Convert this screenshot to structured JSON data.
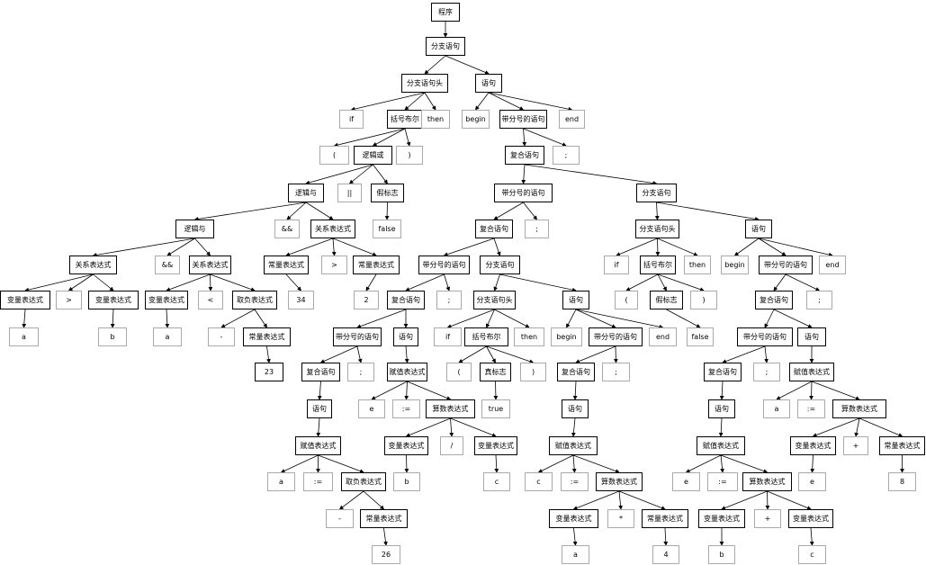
{
  "tree": [
    {
      "id": "n0",
      "label": "程序",
      "parent": null,
      "terminal": false
    },
    {
      "id": "n1",
      "label": "分支语句",
      "parent": "n0",
      "terminal": false
    },
    {
      "id": "n2",
      "label": "分支语句头",
      "parent": "n1",
      "terminal": false
    },
    {
      "id": "n3",
      "label": "语句",
      "parent": "n1",
      "terminal": false
    },
    {
      "id": "n4",
      "label": "if",
      "parent": "n2",
      "terminal": true
    },
    {
      "id": "n5",
      "label": "括号布尔",
      "parent": "n2",
      "terminal": false
    },
    {
      "id": "n6",
      "label": "then",
      "parent": "n2",
      "terminal": true
    },
    {
      "id": "n7",
      "label": "begin",
      "parent": "n3",
      "terminal": true
    },
    {
      "id": "n8",
      "label": "带分号的语句",
      "parent": "n3",
      "terminal": false
    },
    {
      "id": "n9",
      "label": "end",
      "parent": "n3",
      "terminal": true
    },
    {
      "id": "n10",
      "label": "(",
      "parent": "n5",
      "terminal": true
    },
    {
      "id": "n11",
      "label": "逻辑或",
      "parent": "n5",
      "terminal": false
    },
    {
      "id": "n12",
      "label": ")",
      "parent": "n5",
      "terminal": true
    },
    {
      "id": "n13",
      "label": "复合语句",
      "parent": "n8",
      "terminal": false
    },
    {
      "id": "n14",
      "label": ";",
      "parent": "n8",
      "terminal": true
    },
    {
      "id": "n15",
      "label": "逻辑与",
      "parent": "n11",
      "terminal": false
    },
    {
      "id": "n16",
      "label": "||",
      "parent": "n11",
      "terminal": true
    },
    {
      "id": "n17",
      "label": "假标志",
      "parent": "n11",
      "terminal": false
    },
    {
      "id": "n18",
      "label": "带分号的语句",
      "parent": "n13",
      "terminal": false
    },
    {
      "id": "n19",
      "label": "分支语句",
      "parent": "n13",
      "terminal": false
    },
    {
      "id": "n20",
      "label": "逻辑与",
      "parent": "n15",
      "terminal": false
    },
    {
      "id": "n21",
      "label": "&&",
      "parent": "n15",
      "terminal": true
    },
    {
      "id": "n22",
      "label": "关系表达式",
      "parent": "n15",
      "terminal": false
    },
    {
      "id": "n23",
      "label": "false",
      "parent": "n17",
      "terminal": true
    },
    {
      "id": "n24",
      "label": "复合语句",
      "parent": "n18",
      "terminal": false
    },
    {
      "id": "n25",
      "label": ";",
      "parent": "n18",
      "terminal": true
    },
    {
      "id": "n26",
      "label": "分支语句头",
      "parent": "n19",
      "terminal": false
    },
    {
      "id": "n27",
      "label": "语句",
      "parent": "n19",
      "terminal": false
    },
    {
      "id": "n28",
      "label": "关系表达式",
      "parent": "n20",
      "terminal": false
    },
    {
      "id": "n29",
      "label": "&&",
      "parent": "n20",
      "terminal": true
    },
    {
      "id": "n30",
      "label": "关系表达式",
      "parent": "n20",
      "terminal": false
    },
    {
      "id": "n31",
      "label": "常量表达式",
      "parent": "n22",
      "terminal": false
    },
    {
      "id": "n32",
      "label": ">",
      "parent": "n22",
      "terminal": true
    },
    {
      "id": "n33",
      "label": "常量表达式",
      "parent": "n22",
      "terminal": false
    },
    {
      "id": "n34",
      "label": "带分号的语句",
      "parent": "n24",
      "terminal": false
    },
    {
      "id": "n35",
      "label": "分支语句",
      "parent": "n24",
      "terminal": false
    },
    {
      "id": "n36",
      "label": "if",
      "parent": "n26",
      "terminal": true
    },
    {
      "id": "n37",
      "label": "括号布尔",
      "parent": "n26",
      "terminal": false
    },
    {
      "id": "n38",
      "label": "then",
      "parent": "n26",
      "terminal": true
    },
    {
      "id": "n39",
      "label": "begin",
      "parent": "n27",
      "terminal": true
    },
    {
      "id": "n40",
      "label": "带分号的语句",
      "parent": "n27",
      "terminal": false
    },
    {
      "id": "n41",
      "label": "end",
      "parent": "n27",
      "terminal": true
    },
    {
      "id": "n42",
      "label": "变量表达式",
      "parent": "n28",
      "terminal": false
    },
    {
      "id": "n43",
      "label": ">",
      "parent": "n28",
      "terminal": true
    },
    {
      "id": "n44",
      "label": "变量表达式",
      "parent": "n28",
      "terminal": false
    },
    {
      "id": "n45",
      "label": "变量表达式",
      "parent": "n30",
      "terminal": false
    },
    {
      "id": "n46",
      "label": "<",
      "parent": "n30",
      "terminal": true
    },
    {
      "id": "n47",
      "label": "取负表达式",
      "parent": "n30",
      "terminal": false
    },
    {
      "id": "n48",
      "label": "34",
      "parent": "n31",
      "terminal": true
    },
    {
      "id": "n49",
      "label": "2",
      "parent": "n33",
      "terminal": true
    },
    {
      "id": "n50",
      "label": "复合语句",
      "parent": "n34",
      "terminal": false
    },
    {
      "id": "n51",
      "label": ";",
      "parent": "n34",
      "terminal": true
    },
    {
      "id": "n52",
      "label": "分支语句头",
      "parent": "n35",
      "terminal": false
    },
    {
      "id": "n53",
      "label": "语句",
      "parent": "n35",
      "terminal": false
    },
    {
      "id": "n54",
      "label": "(",
      "parent": "n37",
      "terminal": true
    },
    {
      "id": "n55",
      "label": "假标志",
      "parent": "n37",
      "terminal": false
    },
    {
      "id": "n56",
      "label": ")",
      "parent": "n37",
      "terminal": true
    },
    {
      "id": "n57",
      "label": "复合语句",
      "parent": "n40",
      "terminal": false
    },
    {
      "id": "n58",
      "label": ";",
      "parent": "n40",
      "terminal": true
    },
    {
      "id": "n59",
      "label": "a",
      "parent": "n42",
      "terminal": true
    },
    {
      "id": "n60",
      "label": "b",
      "parent": "n44",
      "terminal": true
    },
    {
      "id": "n61",
      "label": "a",
      "parent": "n45",
      "terminal": true
    },
    {
      "id": "n62",
      "label": "-",
      "parent": "n47",
      "terminal": true
    },
    {
      "id": "n63",
      "label": "常量表达式",
      "parent": "n47",
      "terminal": false
    },
    {
      "id": "n64",
      "label": "带分号的语句",
      "parent": "n50",
      "terminal": false
    },
    {
      "id": "n65",
      "label": "语句",
      "parent": "n50",
      "terminal": false
    },
    {
      "id": "n66",
      "label": "if",
      "parent": "n52",
      "terminal": true
    },
    {
      "id": "n67",
      "label": "括号布尔",
      "parent": "n52",
      "terminal": false
    },
    {
      "id": "n68",
      "label": "then",
      "parent": "n52",
      "terminal": true
    },
    {
      "id": "n69",
      "label": "begin",
      "parent": "n53",
      "terminal": true
    },
    {
      "id": "n70",
      "label": "带分号的语句",
      "parent": "n53",
      "terminal": false
    },
    {
      "id": "n71",
      "label": "end",
      "parent": "n53",
      "terminal": true
    },
    {
      "id": "n72",
      "label": "false",
      "parent": "n55",
      "terminal": true
    },
    {
      "id": "n73",
      "label": "带分号的语句",
      "parent": "n57",
      "terminal": false
    },
    {
      "id": "n74",
      "label": "语句",
      "parent": "n57",
      "terminal": false
    },
    {
      "id": "n75",
      "label": "23",
      "parent": "n63",
      "terminal": false
    },
    {
      "id": "n76",
      "label": "复合语句",
      "parent": "n64",
      "terminal": false
    },
    {
      "id": "n77",
      "label": ";",
      "parent": "n64",
      "terminal": true
    },
    {
      "id": "n78",
      "label": "赋值表达式",
      "parent": "n65",
      "terminal": false
    },
    {
      "id": "n79",
      "label": "(",
      "parent": "n67",
      "terminal": true
    },
    {
      "id": "n80",
      "label": "真标志",
      "parent": "n67",
      "terminal": false
    },
    {
      "id": "n81",
      "label": ")",
      "parent": "n67",
      "terminal": true
    },
    {
      "id": "n82",
      "label": "复合语句",
      "parent": "n70",
      "terminal": false
    },
    {
      "id": "n83",
      "label": ";",
      "parent": "n70",
      "terminal": true
    },
    {
      "id": "n84",
      "label": "复合语句",
      "parent": "n73",
      "terminal": false
    },
    {
      "id": "n85",
      "label": ";",
      "parent": "n73",
      "terminal": true
    },
    {
      "id": "n86",
      "label": "赋值表达式",
      "parent": "n74",
      "terminal": false
    },
    {
      "id": "n87",
      "label": "语句",
      "parent": "n76",
      "terminal": false
    },
    {
      "id": "n88",
      "label": "e",
      "parent": "n78",
      "terminal": true
    },
    {
      "id": "n89",
      "label": ":=",
      "parent": "n78",
      "terminal": true
    },
    {
      "id": "n90",
      "label": "算数表达式",
      "parent": "n78",
      "terminal": false
    },
    {
      "id": "n91",
      "label": "true",
      "parent": "n80",
      "terminal": true
    },
    {
      "id": "n92",
      "label": "语句",
      "parent": "n82",
      "terminal": false
    },
    {
      "id": "n93",
      "label": "语句",
      "parent": "n84",
      "terminal": false
    },
    {
      "id": "n94",
      "label": "a",
      "parent": "n86",
      "terminal": true
    },
    {
      "id": "n95",
      "label": ":=",
      "parent": "n86",
      "terminal": true
    },
    {
      "id": "n96",
      "label": "算数表达式",
      "parent": "n86",
      "terminal": false
    },
    {
      "id": "n97",
      "label": "赋值表达式",
      "parent": "n87",
      "terminal": false
    },
    {
      "id": "n98",
      "label": "变量表达式",
      "parent": "n90",
      "terminal": false
    },
    {
      "id": "n99",
      "label": "/",
      "parent": "n90",
      "terminal": true
    },
    {
      "id": "n100",
      "label": "变量表达式",
      "parent": "n90",
      "terminal": false
    },
    {
      "id": "n101",
      "label": "赋值表达式",
      "parent": "n92",
      "terminal": false
    },
    {
      "id": "n102",
      "label": "赋值表达式",
      "parent": "n93",
      "terminal": false
    },
    {
      "id": "n103",
      "label": "变量表达式",
      "parent": "n96",
      "terminal": false
    },
    {
      "id": "n104",
      "label": "+",
      "parent": "n96",
      "terminal": true
    },
    {
      "id": "n105",
      "label": "常量表达式",
      "parent": "n96",
      "terminal": false
    },
    {
      "id": "n106",
      "label": "a",
      "parent": "n97",
      "terminal": true
    },
    {
      "id": "n107",
      "label": ":=",
      "parent": "n97",
      "terminal": true
    },
    {
      "id": "n108",
      "label": "取负表达式",
      "parent": "n97",
      "terminal": false
    },
    {
      "id": "n109",
      "label": "b",
      "parent": "n98",
      "terminal": true
    },
    {
      "id": "n110",
      "label": "c",
      "parent": "n100",
      "terminal": true
    },
    {
      "id": "n111",
      "label": "c",
      "parent": "n101",
      "terminal": true
    },
    {
      "id": "n112",
      "label": ":=",
      "parent": "n101",
      "terminal": true
    },
    {
      "id": "n113",
      "label": "算数表达式",
      "parent": "n101",
      "terminal": false
    },
    {
      "id": "n114",
      "label": "e",
      "parent": "n102",
      "terminal": true
    },
    {
      "id": "n115",
      "label": ":=",
      "parent": "n102",
      "terminal": true
    },
    {
      "id": "n116",
      "label": "算数表达式",
      "parent": "n102",
      "terminal": false
    },
    {
      "id": "n117",
      "label": "e",
      "parent": "n103",
      "terminal": true
    },
    {
      "id": "n118",
      "label": "8",
      "parent": "n105",
      "terminal": true
    },
    {
      "id": "n119",
      "label": "-",
      "parent": "n108",
      "terminal": true
    },
    {
      "id": "n120",
      "label": "常量表达式",
      "parent": "n108",
      "terminal": false
    },
    {
      "id": "n121",
      "label": "变量表达式",
      "parent": "n113",
      "terminal": false
    },
    {
      "id": "n122",
      "label": "*",
      "parent": "n113",
      "terminal": true
    },
    {
      "id": "n123",
      "label": "常量表达式",
      "parent": "n113",
      "terminal": false
    },
    {
      "id": "n124",
      "label": "变量表达式",
      "parent": "n116",
      "terminal": false
    },
    {
      "id": "n125",
      "label": "+",
      "parent": "n116",
      "terminal": true
    },
    {
      "id": "n126",
      "label": "变量表达式",
      "parent": "n116",
      "terminal": false
    },
    {
      "id": "n127",
      "label": "26",
      "parent": "n120",
      "terminal": true
    },
    {
      "id": "n128",
      "label": "a",
      "parent": "n121",
      "terminal": true
    },
    {
      "id": "n129",
      "label": "4",
      "parent": "n123",
      "terminal": true
    },
    {
      "id": "n130",
      "label": "b",
      "parent": "n124",
      "terminal": true
    },
    {
      "id": "n131",
      "label": "c",
      "parent": "n126",
      "terminal": true
    }
  ]
}
